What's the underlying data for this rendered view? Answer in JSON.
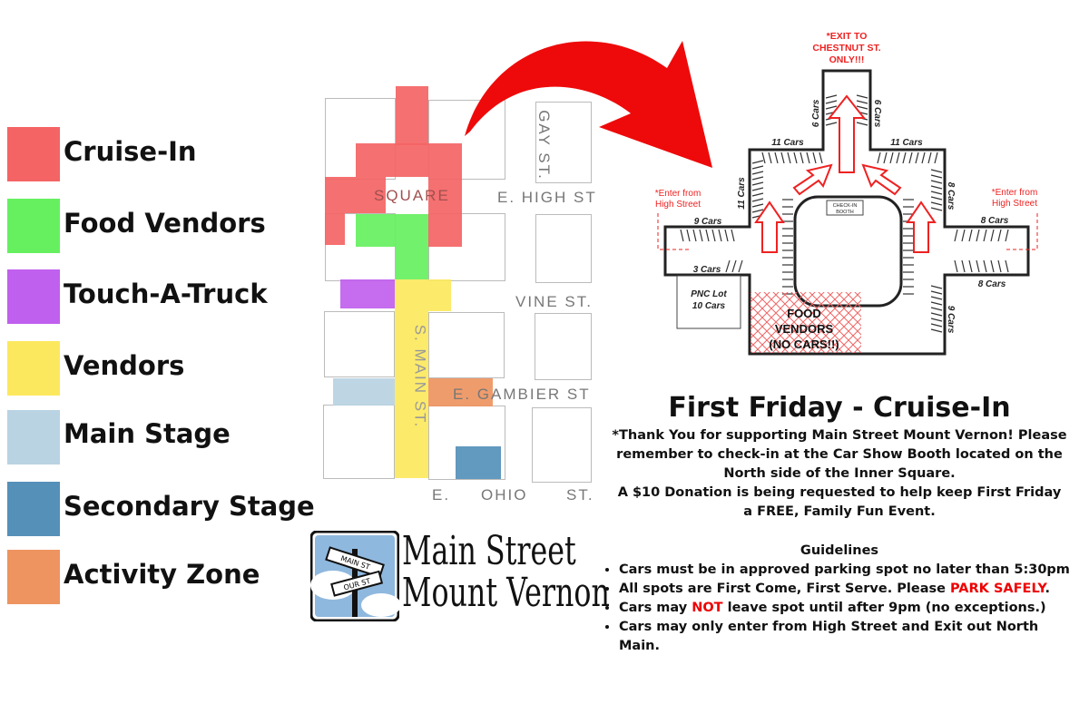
{
  "legend": [
    {
      "label": "Cruise-In",
      "color": "#f46464"
    },
    {
      "label": "Food Vendors",
      "color": "#66f060"
    },
    {
      "label": "Touch-A-Truck",
      "color": "#c060ee"
    },
    {
      "label": "Vendors",
      "color": "#fce85e"
    },
    {
      "label": "Main Stage",
      "color": "#b9d3e2"
    },
    {
      "label": "Secondary Stage",
      "color": "#5590b8"
    },
    {
      "label": "Activity Zone",
      "color": "#ee9460"
    }
  ],
  "map": {
    "streets": {
      "gay": "GAY ST.",
      "high": "E. HIGH ST",
      "square": "SQUARE",
      "vine": "VINE ST.",
      "gambier": "E. GAMBIER ST",
      "ohio_e": "E.",
      "ohio": "OHIO",
      "ohio_st": "ST.",
      "main": "S. MAIN ST."
    }
  },
  "logo": {
    "sign1": "MAIN ST",
    "sign2": "OUR ST",
    "line1": "Main Street",
    "line2": "Mount Vernon"
  },
  "diagram": {
    "exit": [
      "*EXIT TO",
      "CHESTNUT ST.",
      "ONLY!!!"
    ],
    "enter_left": [
      "*Enter from",
      "High Street"
    ],
    "enter_right": [
      "*Enter from",
      "High Street"
    ],
    "booth": [
      "CHECK-IN",
      "BOOTH"
    ],
    "pnc": [
      "PNC Lot",
      "10 Cars"
    ],
    "food": [
      "FOOD",
      "VENDORS",
      "(NO CARS!!)"
    ],
    "counts": {
      "top_left": "6 Cars",
      "top_right": "6 Cars",
      "upper_left": "11 Cars",
      "upper_right": "11 Cars",
      "left_side": "11 Cars",
      "right_side": "8 Cars",
      "west_top": "9 Cars",
      "west_bottom": "3 Cars",
      "east_top": "8 Cars",
      "east_bottom": "8 Cars",
      "south_right": "9 Cars"
    }
  },
  "info": {
    "title": "First Friday - Cruise-In",
    "thanks": "*Thank You for supporting Main Street Mount Vernon! Please remember to check-in at the Car Show Booth located on the North side of the Inner Square.",
    "donation": "A $10 Donation is being requested to help keep First Friday a FREE, Family Fun Event.",
    "guidelines_title": "Guidelines",
    "g1": "Cars must be in approved parking spot no later than 5:30pm",
    "g2_pre": "All spots are First Come, First Serve. Please ",
    "g2_red": "PARK SAFELY",
    "g2_post": ".",
    "g3_pre": "Cars may ",
    "g3_red": "NOT",
    "g3_post": " leave spot until after 9pm (no exceptions.)",
    "g4": "Cars may only enter from High Street and Exit out North Main."
  }
}
